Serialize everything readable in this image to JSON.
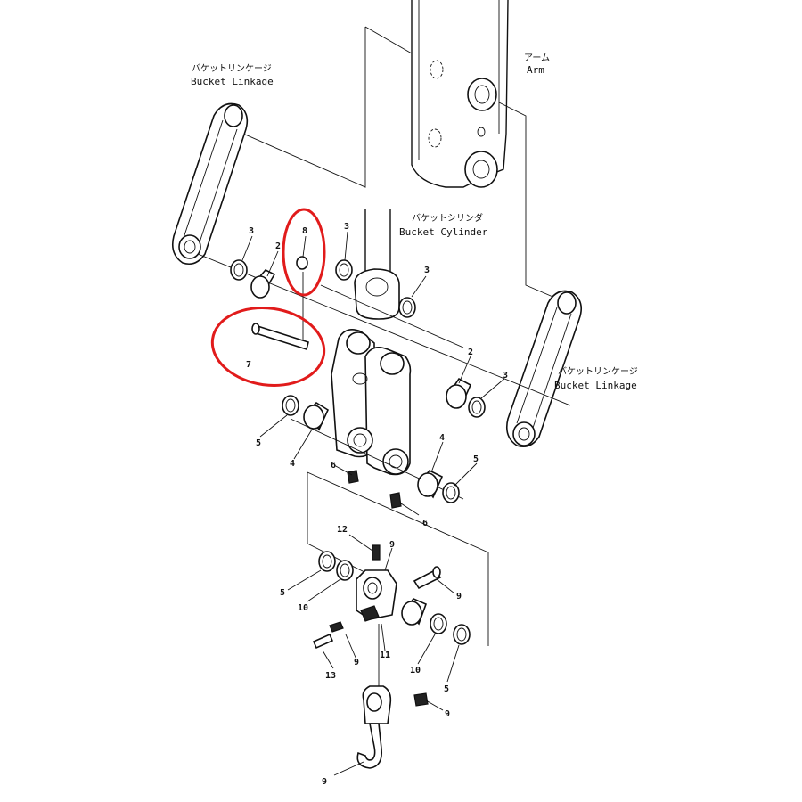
{
  "labels": {
    "arm_jp": "アーム",
    "arm_en": "Arm",
    "bucket_linkage_jp": "バケットリンケージ",
    "bucket_linkage_en": "Bucket Linkage",
    "bucket_cylinder_jp": "バケットシリンダ",
    "bucket_cylinder_en": "Bucket Cylinder"
  },
  "callouts": {
    "n3a": "3",
    "n2a": "2",
    "n8": "8",
    "n3b": "3",
    "n3c": "3",
    "n7": "7",
    "n2b": "2",
    "n3d": "3",
    "n5a": "5",
    "n4a": "4",
    "n6a": "6",
    "n4b": "4",
    "n5b": "5",
    "n6b": "6",
    "n12": "12",
    "n9a": "9",
    "n5c": "5",
    "n10a": "10",
    "n9b": "9",
    "n13": "13",
    "n9c": "9",
    "n11": "11",
    "n10b": "10",
    "n5d": "5",
    "n9d": "9",
    "n9e": "9"
  },
  "highlight_color": "#e11b1b",
  "line_color": "#111111"
}
